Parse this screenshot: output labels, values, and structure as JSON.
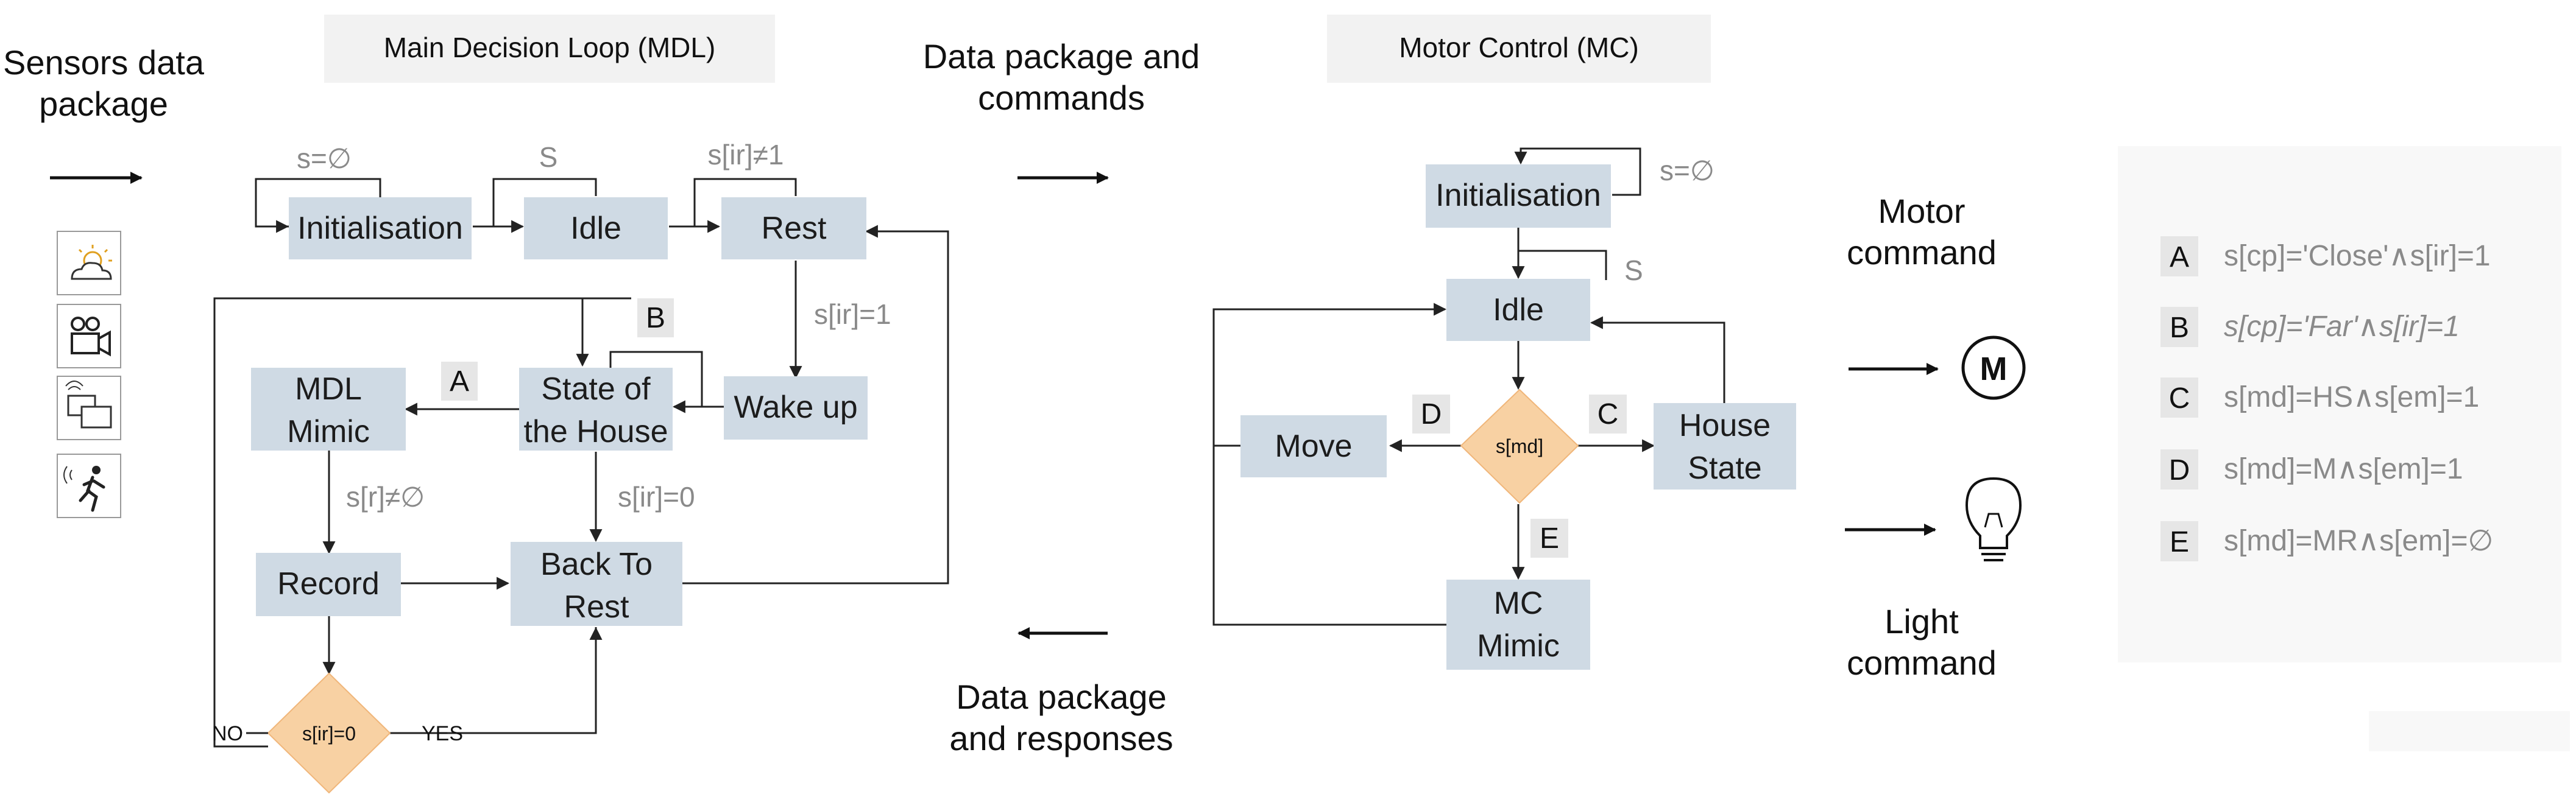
{
  "headers": {
    "mdl": "Main Decision Loop (MDL)",
    "mc": "Motor Control (MC)"
  },
  "side_labels": {
    "sensors": [
      "Sensors data",
      "package"
    ],
    "data_cmds": [
      "Data package and",
      "commands"
    ],
    "data_resp": [
      "Data package",
      "and responses"
    ],
    "motor_cmd": [
      "Motor",
      "command"
    ],
    "light_cmd": [
      "Light",
      "command"
    ]
  },
  "sensor_icons": [
    "weather-icon",
    "camera-icon",
    "screens-icon",
    "motion-icon"
  ],
  "mdl": {
    "nodes": {
      "init": "Initialisation",
      "idle": "Idle",
      "rest": "Rest",
      "mimic": [
        "MDL",
        "Mimic"
      ],
      "state": [
        "State of",
        "the House"
      ],
      "wake": "Wake up",
      "record": "Record",
      "back": [
        "Back To",
        "Rest"
      ],
      "decision": "s[ir]=0"
    },
    "conditions": {
      "init_loop": "s=∅",
      "idle_loop": "S",
      "rest_loop": "s[ir]≠1",
      "rest_wake": "s[ir]=1",
      "mimic_record": "s[r]≠∅",
      "state_back": "s[ir]=0"
    },
    "tags": {
      "a": "A",
      "b": "B"
    },
    "decision_no": "NO",
    "decision_yes": "YES"
  },
  "mc": {
    "nodes": {
      "init": "Initialisation",
      "idle": "Idle",
      "move": "Move",
      "decision": "s[md]",
      "house": [
        "House",
        "State"
      ],
      "mimic": [
        "MC",
        "Mimic"
      ]
    },
    "conditions": {
      "init_loop": "s=∅",
      "idle_loop": "S"
    },
    "tags": {
      "c": "C",
      "d": "D",
      "e": "E"
    }
  },
  "motor_icon_letter": "M",
  "legend": [
    {
      "key": "A",
      "text": "s[cp]='Close'∧s[ir]=1",
      "italic": false
    },
    {
      "key": "B",
      "text": "s[cp]='Far'∧s[ir]=1",
      "italic": true
    },
    {
      "key": "C",
      "text": "s[md]=HS∧s[em]=1",
      "italic": false
    },
    {
      "key": "D",
      "text": "s[md]=M∧s[em]=1",
      "italic": false
    },
    {
      "key": "E",
      "text": "s[md]=MR∧s[em]=∅",
      "italic": false
    }
  ],
  "colors": {
    "node_fill": "#cfdae4",
    "decision_fill": "#f8d1a3",
    "header_fill": "#f2f2f2",
    "legend_panel": "#f8f8f8",
    "tag_fill": "#e6e6e6",
    "condition_text": "#8a8a8a"
  }
}
